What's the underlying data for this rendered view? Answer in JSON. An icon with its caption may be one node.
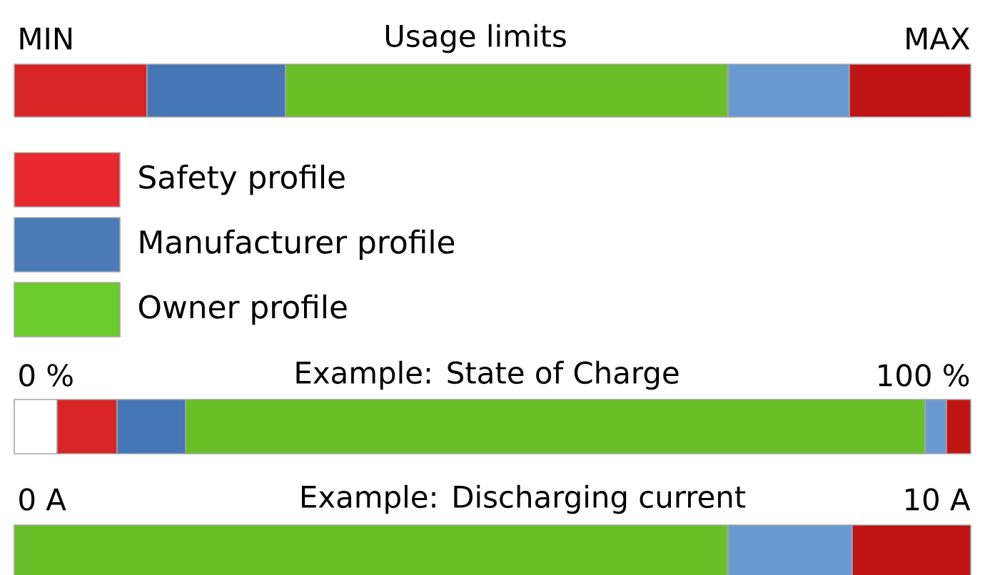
{
  "diagram": {
    "labels": [
      "MIN",
      "Usage limits",
      "MAX",
      "0 %",
      "Example: State of Charge",
      "100 %",
      "0 A",
      "Example: Discharging current",
      "10 A"
    ],
    "legend": [
      {
        "text": "Safety profile",
        "color": "#e8282e"
      },
      {
        "text": "Manufacturer profile",
        "color": "#4a7ab8"
      },
      {
        "text": "Owner profile",
        "color": "#6ccc2c"
      }
    ]
  }
}
